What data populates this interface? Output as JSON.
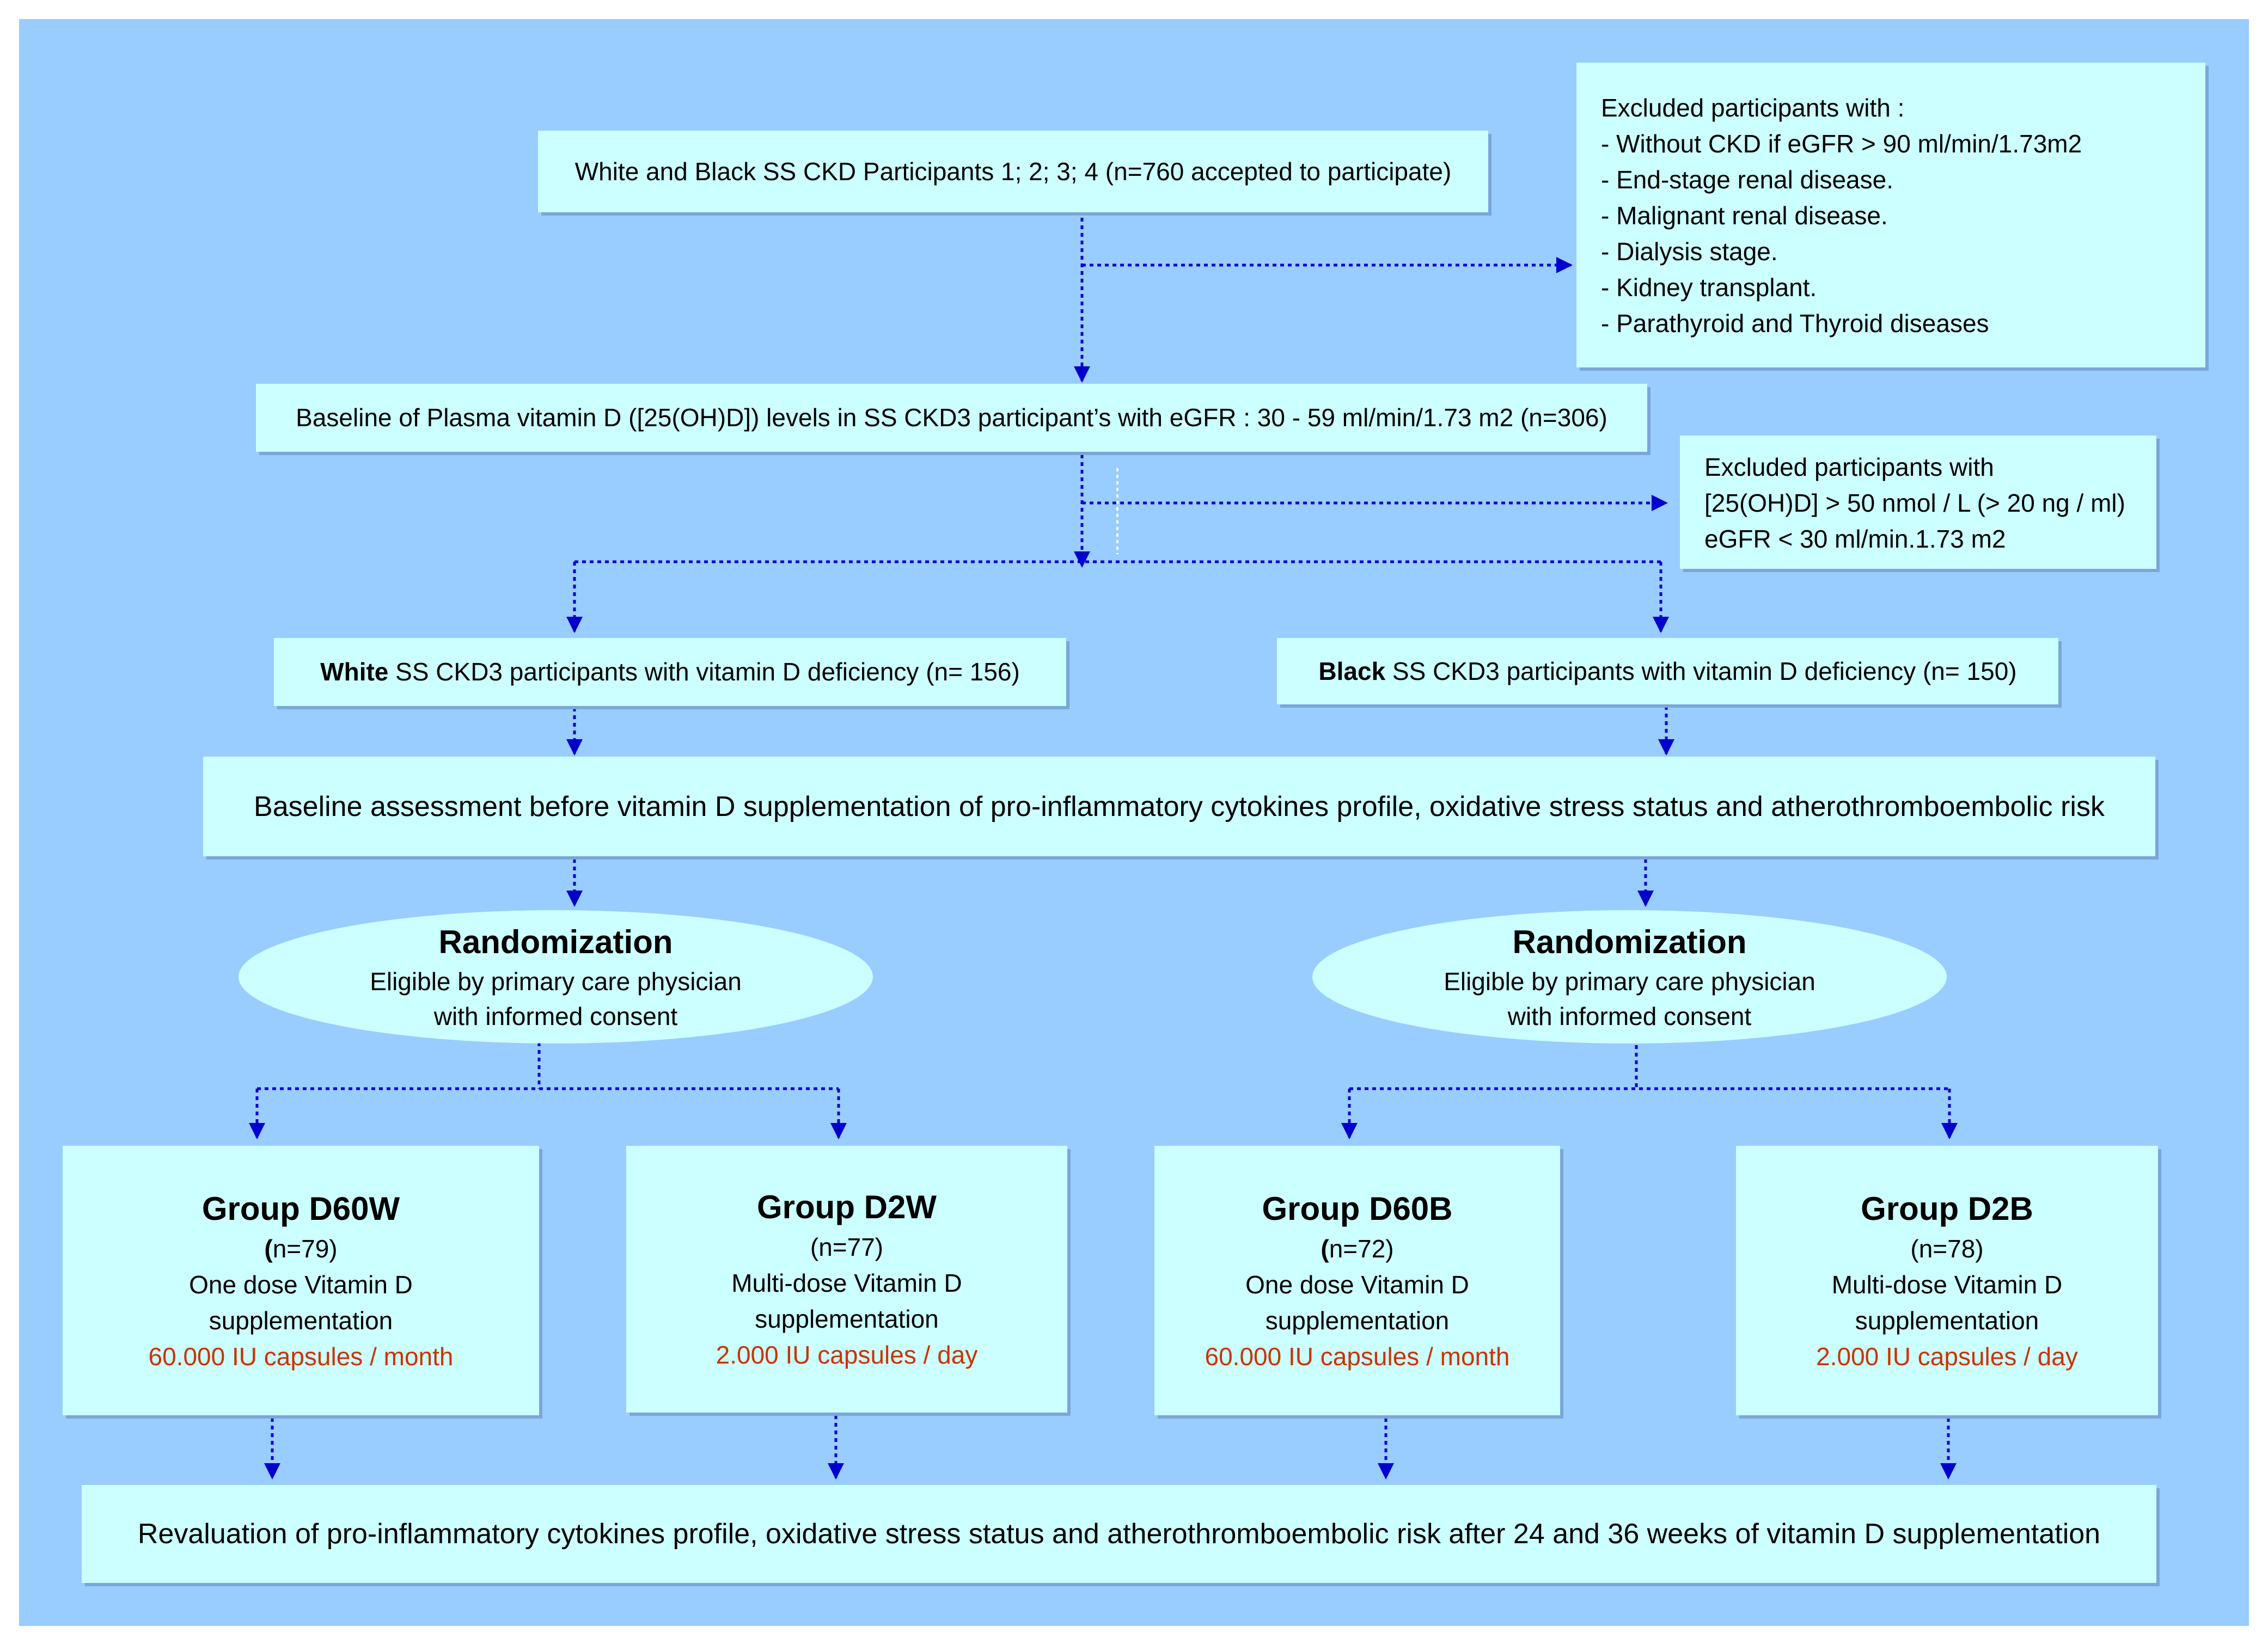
{
  "top_box": "White and Black SS CKD Participants 1; 2; 3; 4 (n=760 accepted to participate)",
  "exclusion1": {
    "title": "Excluded participants with :",
    "items": [
      "- Without CKD if eGFR > 90 ml/min/1.73m2",
      "- End-stage renal disease.",
      "- Malignant renal disease.",
      "- Dialysis stage.",
      "- Kidney transplant.",
      "- Parathyroid and Thyroid diseases"
    ]
  },
  "baseline_box": "Baseline of Plasma vitamin D ([25(OH)D]) levels in SS CKD3 participant’s with eGFR : 30 - 59 ml/min/1.73 m2 (n=306)",
  "exclusion2": {
    "title": "Excluded participants with",
    "items": [
      "[25(OH)D] > 50 nmol / L (> 20 ng / ml)",
      "eGFR <  30  ml/min.1.73 m2"
    ]
  },
  "white_box": {
    "bold": "White",
    "rest": " SS CKD3 participants with vitamin D deficiency (n= 156)"
  },
  "black_box": {
    "bold": "Black",
    "rest": " SS CKD3 participants with vitamin D deficiency (n= 150)"
  },
  "assessment_box": "Baseline assessment before vitamin D supplementation of pro-inflammatory cytokines profile, oxidative stress status and atherothromboembolic risk",
  "randomization": [
    {
      "title": "Randomization",
      "line1": "Eligible by primary care physician",
      "line2": "with informed consent"
    },
    {
      "title": "Randomization",
      "line1": "Eligible by primary care physician",
      "line2": "with informed consent"
    }
  ],
  "groups": [
    {
      "title": "Group D60W",
      "n": "n=79)",
      "line1": "One dose Vitamin D",
      "line2": "supplementation",
      "dose": "60.000 IU capsules / month"
    },
    {
      "title": "Group D2W",
      "n": "(n=77)",
      "line1": "Multi-dose Vitamin D",
      "line2": "supplementation",
      "dose": "2.000 IU capsules / day"
    },
    {
      "title": "Group D60B",
      "n": "n=72)",
      "line1": "One dose Vitamin D",
      "line2": "supplementation",
      "dose": "60.000 IU capsules / month"
    },
    {
      "title": "Group D2B",
      "n": "(n=78)",
      "line1": "Multi-dose Vitamin D",
      "line2": "supplementation",
      "dose": "2.000 IU capsules / day"
    }
  ],
  "bold_paren": "(",
  "revaluation_box": "Revaluation of pro-inflammatory cytokines profile, oxidative stress status and atherothromboembolic risk after 24 and 36 weeks of vitamin D supplementation",
  "colors": {
    "background": "#99ccff",
    "box": "#ccffff",
    "arrow": "#0000cc",
    "dose": "#cc3300"
  }
}
